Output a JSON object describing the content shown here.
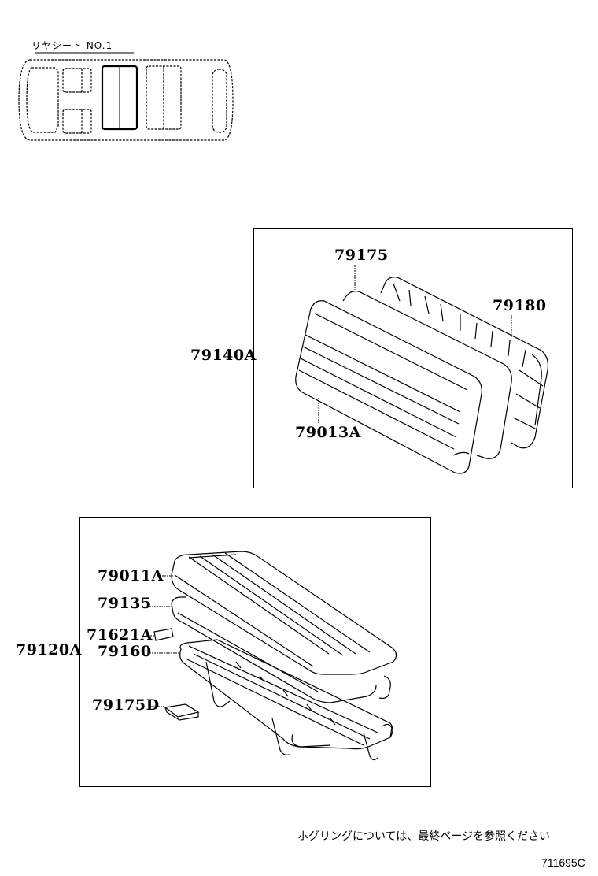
{
  "locator": {
    "title": "リヤシート NO.1",
    "highlighted_position": "rear seat no.1 (second row bench)"
  },
  "groups": [
    {
      "assembly_number": "79140A",
      "description": "seatback assembly",
      "parts": [
        {
          "number": "79175"
        },
        {
          "number": "79180"
        },
        {
          "number": "79013A"
        }
      ]
    },
    {
      "assembly_number": "79120A",
      "description": "seat cushion assembly",
      "parts": [
        {
          "number": "79011A"
        },
        {
          "number": "79135"
        },
        {
          "number": "71621A"
        },
        {
          "number": "79160"
        },
        {
          "number": "79175D"
        }
      ]
    }
  ],
  "footer": {
    "note": "ホグリングについては、最終ページを参照ください",
    "illustration_id": "711695C"
  },
  "colors": {
    "line": "#000000",
    "background": "#ffffff"
  }
}
